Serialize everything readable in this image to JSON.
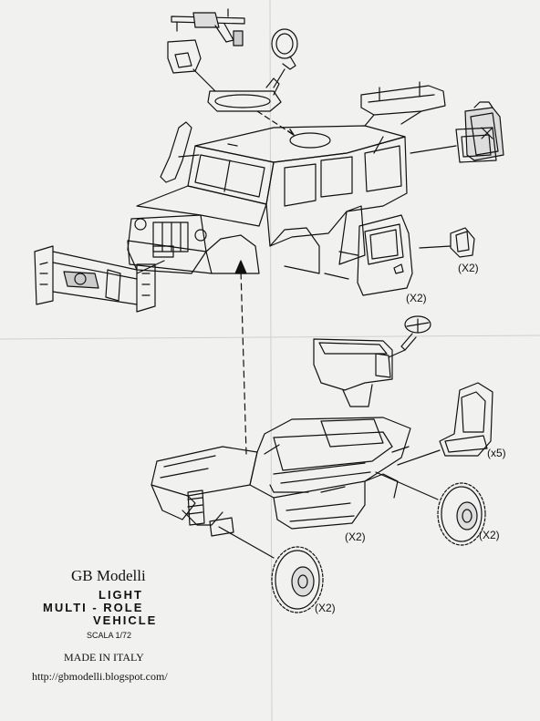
{
  "labels": {
    "brand": "GB Modelli",
    "title_line1": "LIGHT",
    "title_line2": "MULTI - ROLE",
    "title_line3": "VEHICLE",
    "scale": "SCALA 1/72",
    "made_in": "MADE IN ITALY",
    "url": "http://gbmodelli.blogspot.com/"
  },
  "multipliers": {
    "mirror": "(X2)",
    "door": "(X2)",
    "seat": "(x5)",
    "axle": "(X2)",
    "wheel_right": "(X2)",
    "wheel_left": "(X2)"
  },
  "colors": {
    "paper": "#f1f1ef",
    "ink": "#111111"
  }
}
